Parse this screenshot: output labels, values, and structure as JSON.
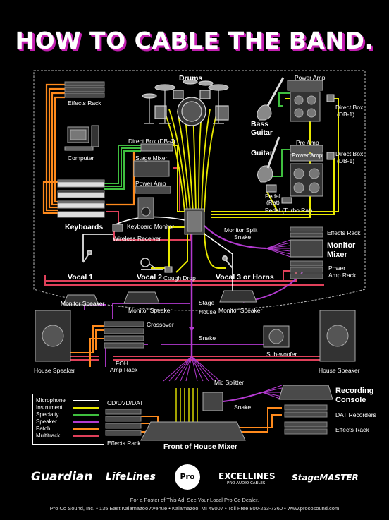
{
  "title": "HOW TO CABLE THE BAND.",
  "labels": {
    "drums": "Drums",
    "effects_rack_top": "Effects Rack",
    "computer": "Computer",
    "direct_box_db4": "Direct Box (DB-4)",
    "stage_mixer": "Stage Mixer",
    "power_amp_kb": "Power Amp",
    "keyboards": "Keyboards",
    "keyboard_monitor": "Keyboard Monitor",
    "wireless_receiver": "Wireless Receiver",
    "bass_guitar_1": "Bass",
    "bass_guitar_2": "Guitar",
    "power_amp_bass": "Power Amp",
    "direct_box_bass_1": "Direct Box",
    "direct_box_bass_2": "(DB-1)",
    "guitar": "Guitar",
    "pre_amp": "Pre Amp",
    "power_amp_gtr": "Power Amp",
    "direct_box_gtr_1": "Direct Box",
    "direct_box_gtr_2": "(DB-1)",
    "pedal_rat_1": "Pedal",
    "pedal_rat_2": "(Rat)",
    "pedal_turbo": "Pedal (Turbo Rat)",
    "monitor_split_1": "Monitor Split",
    "monitor_split_2": "Snake",
    "effects_rack_right": "Effects Rack",
    "monitor_mixer_1": "Monitor",
    "monitor_mixer_2": "Mixer",
    "power_amp_rack_1": "Power",
    "power_amp_rack_2": "Amp Rack",
    "vocal1": "Vocal 1",
    "vocal2": "Vocal 2",
    "cough_drop": "Cough Drop",
    "vocal3": "Vocal 3 or Horns",
    "monitor_speaker_l": "Monitor Speaker",
    "monitor_speaker_c": "Monitor Speaker",
    "monitor_speaker_r": "Monitor Speaker",
    "stage": "Stage",
    "house": "House",
    "snake_center": "Snake",
    "crossover": "Crossover",
    "foh_amp_rack_1": "FOH",
    "foh_amp_rack_2": "Amp Rack",
    "house_speaker_l": "House Speaker",
    "house_speaker_r": "House Speaker",
    "sub_woofer": "Sub-woofer",
    "mic_splitter": "Mic Splitter",
    "snake_bottom": "Snake",
    "cd_dvd_dat": "CD/DVD/DAT",
    "effects_rack_bl": "Effects Rack",
    "foh_mixer": "Front of House Mixer",
    "recording_console_1": "Recording",
    "recording_console_2": "Console",
    "dat_recorders": "DAT Recorders",
    "effects_rack_br": "Effects Rack"
  },
  "legend": [
    {
      "label": "Microphone",
      "color": "#ffffff"
    },
    {
      "label": "Instrument",
      "color": "#e8e800"
    },
    {
      "label": "Specialty",
      "color": "#3fbf3f"
    },
    {
      "label": "Speaker",
      "color": "#b33ad0"
    },
    {
      "label": "Patch",
      "color": "#ff8a1c"
    },
    {
      "label": "Multitrack",
      "color": "#e0405a"
    }
  ],
  "logos": {
    "guardian": "Guardian",
    "lifelines": "LifeLines",
    "proco": "Pro Co",
    "excellines": "EXCELLINES",
    "excellines_sub": "PRO AUDIO CABLES",
    "stagemaster": "StageMASTER"
  },
  "footer": {
    "line1": "For a Poster of This Ad, See Your Local Pro Co Dealer.",
    "line2": "Pro Co Sound, Inc. • 135 East Kalamazoo Avenue • Kalamazoo, MI 49007 • Toll Free 800-253-7360 • www.procosound.com"
  },
  "colors": {
    "microphone": "#ffffff",
    "instrument": "#e8e800",
    "specialty": "#3fbf3f",
    "speaker": "#b33ad0",
    "patch": "#ff8a1c",
    "multitrack": "#e0405a",
    "title_shadow": "#c21fb0"
  }
}
